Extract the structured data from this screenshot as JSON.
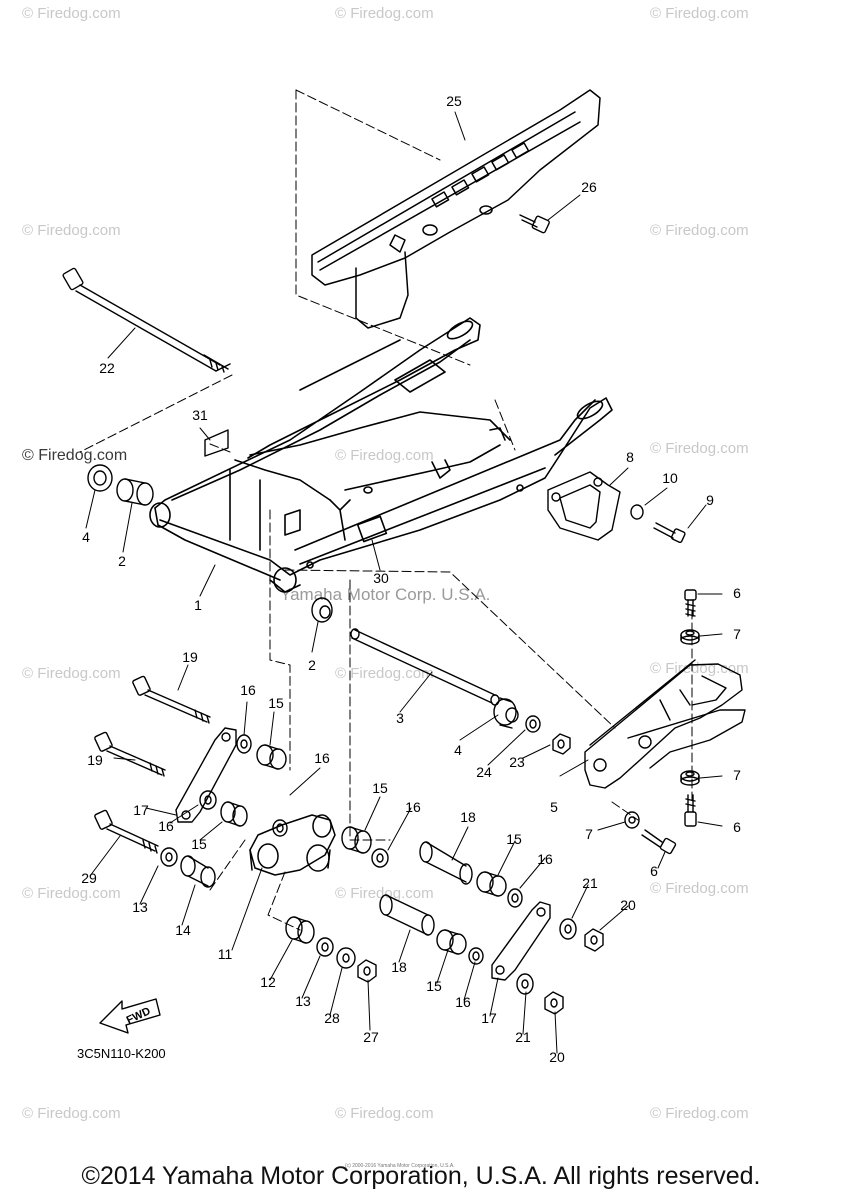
{
  "watermark": "© Firedog.com",
  "center_watermark": "Yamaha Motor Corp. U.S.A.",
  "tiny_credit": "(c) 2000-2016 Yamaha Motor Corporation, U.S.A.",
  "diagram_code": "3C5N110-K200",
  "fwd_label": "FWD",
  "copyright": "©2014 Yamaha Motor Corporation, U.S.A. All rights reserved.",
  "callouts": {
    "n1": "1",
    "n2a": "2",
    "n2b": "2",
    "n3": "3",
    "n4a": "4",
    "n4b": "4",
    "n5": "5",
    "n6a": "6",
    "n6b": "6",
    "n6c": "6",
    "n7a": "7",
    "n7b": "7",
    "n7c": "7",
    "n8": "8",
    "n9": "9",
    "n10": "10",
    "n11": "11",
    "n12": "12",
    "n13a": "13",
    "n13b": "13",
    "n14": "14",
    "n15a": "15",
    "n15b": "15",
    "n15c": "15",
    "n15d": "15",
    "n15e": "15",
    "n16a": "16",
    "n16b": "16",
    "n16c": "16",
    "n16d": "16",
    "n16e": "16",
    "n16f": "16",
    "n17a": "17",
    "n17b": "17",
    "n18a": "18",
    "n18b": "18",
    "n19a": "19",
    "n19b": "19",
    "n20a": "20",
    "n20b": "20",
    "n21a": "21",
    "n21b": "21",
    "n22": "22",
    "n23": "23",
    "n24": "24",
    "n25": "25",
    "n26": "26",
    "n27": "27",
    "n28": "28",
    "n29": "29",
    "n30": "30",
    "n31": "31"
  }
}
